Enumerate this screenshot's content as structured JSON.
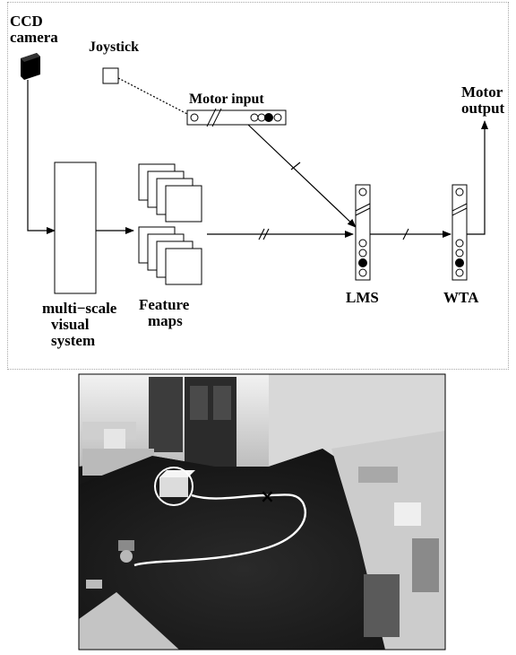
{
  "diagram": {
    "labels": {
      "ccd_camera_line1": "CCD",
      "ccd_camera_line2": "camera",
      "joystick": "Joystick",
      "motor_input": "Motor input",
      "motor_output_line1": "Motor",
      "motor_output_line2": "output",
      "visual_system_line1": "multi−scale",
      "visual_system_line2": "visual",
      "visual_system_line3": "system",
      "feature_maps_line1": "Feature",
      "feature_maps_line2": "maps",
      "lms": "LMS",
      "wta": "WTA"
    }
  },
  "photo": {
    "description_marker": "×"
  },
  "colors": {
    "ink": "#000000",
    "panel_border": "#a8a8a8",
    "photo_floor": "#1c1c1c",
    "photo_wall": "#e4e4e4",
    "trajectory": "#ffffff"
  }
}
